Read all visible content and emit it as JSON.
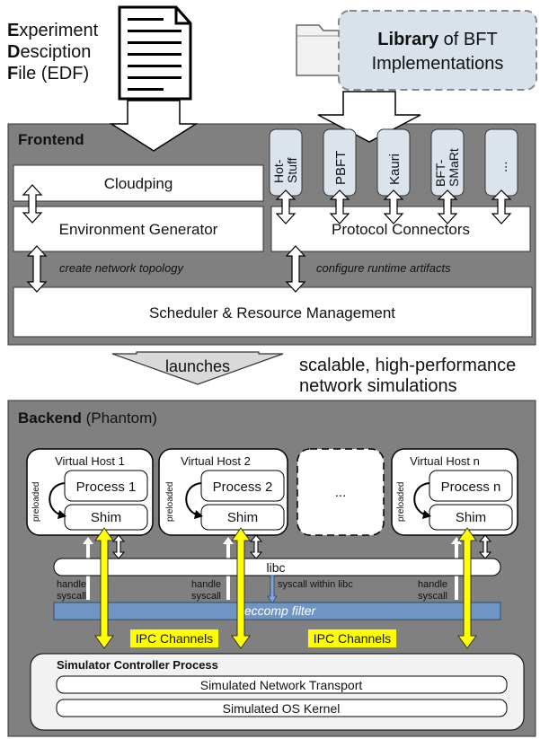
{
  "edf": {
    "line1_initial": "E",
    "line1_rest": "xperiment",
    "line2_initial": "D",
    "line2_rest": "esciption",
    "line3_initial": "F",
    "line3_rest": "ile (EDF)"
  },
  "library": {
    "bold": "Library",
    "rest": " of BFT",
    "line2": "Implementations"
  },
  "frontend": {
    "title": "Frontend",
    "cloudping": "Cloudping",
    "env_generator": "Environment Generator",
    "protocol_connectors": "Protocol Connectors",
    "scheduler": "Scheduler & Resource Management",
    "create_topology": "create network topology",
    "configure_artifacts": "configure runtime artifacts",
    "protocols": [
      {
        "l1": "Hot-",
        "l2": "Stuff"
      },
      {
        "l1": "PBFT",
        "l2": ""
      },
      {
        "l1": "Kauri",
        "l2": ""
      },
      {
        "l1": "BFT-",
        "l2": "SMaRt"
      },
      {
        "l1": "...",
        "l2": ""
      }
    ]
  },
  "launch": {
    "label": "launches",
    "desc_line1": "scalable, high-performance",
    "desc_line2": "network simulations"
  },
  "backend": {
    "title_bold": "Backend",
    "title_rest": " (Phantom)",
    "hosts": [
      {
        "name": "Virtual Host 1",
        "process": "Process 1",
        "shim": "Shim",
        "preloaded": "preloaded"
      },
      {
        "name": "Virtual Host 2",
        "process": "Process 2",
        "shim": "Shim",
        "preloaded": "preloaded"
      },
      {
        "name": "Virtual Host n",
        "process": "Process n",
        "shim": "Shim",
        "preloaded": "preloaded"
      }
    ],
    "ellipsis": "...",
    "libc": "libc",
    "handle_syscall_1": "handle",
    "handle_syscall_2": "syscall",
    "syscall_within_libc": "syscall within libc",
    "seccomp": "seccomp filter",
    "ipc_channels": "IPC Channels",
    "controller": "Simulator Controller Process",
    "network_transport": "Simulated Network Transport",
    "os_kernel": "Simulated OS Kernel"
  },
  "colors": {
    "panel_gray": "#808080",
    "library_fill": "#d9e1ea",
    "protocol_fill": "#dbe3ec",
    "seccomp_fill": "#6f95c4",
    "ipc_yellow": "#ffff00",
    "arrow_gray": "#d9d9d9"
  }
}
